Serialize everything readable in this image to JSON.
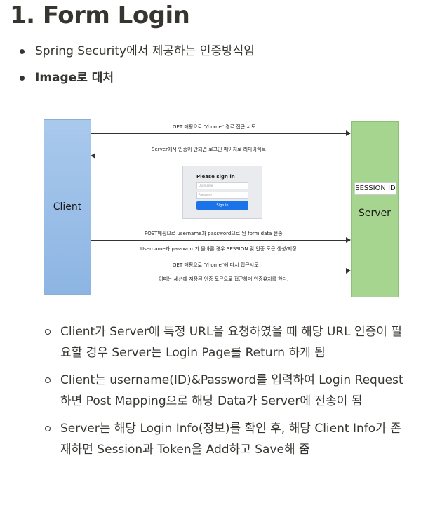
{
  "heading": "1. Form Login",
  "bullets": [
    {
      "text": "Spring Security에서 제공하는 인증방식임"
    },
    {
      "text": "Image로 대처"
    }
  ],
  "diagram": {
    "client_label": "Client",
    "server_label": "Server",
    "session_id_label": "SESSION ID",
    "arrows": [
      {
        "text": "GET 매핑으로  \"/home\" 경로 접근 시도"
      },
      {
        "text": "Server에서 인증이 안되면 로그인 페이지로 리다이렉트"
      },
      {
        "text": "POST매핑으로 username과 password으로 된 form data 전송"
      },
      {
        "text": "Username과 password가 올바른 경우 SESSION 및 인증 토큰 생성/저장"
      },
      {
        "text": "GET 매핑으로 \"/home\"에 다시 접근시도"
      },
      {
        "text": "이때는 세션에 저장된 인증 토큰으로 접근하며 인증유지를 한다."
      }
    ],
    "login_card": {
      "title": "Please sign in",
      "username_placeholder": "Username",
      "password_placeholder": "Password",
      "button": "Sign in"
    }
  },
  "sub_bullets": [
    {
      "text": "Client가 Server에 특정 URL을 요청하였을 때 해당 URL 인증이 필요할 경우 Server는 Login Page를 Return 하게 됨"
    },
    {
      "text": "Client는 username(ID)&Password를 입력하여 Login Request하면 Post Mapping으로 해당 Data가 Server에 전송이 됨"
    },
    {
      "text": "Server는 해당 Login Info(정보)를 확인 후, 해당 Client Info가 존재하면 Session과 Token을 Add하고 Save해 줌"
    }
  ]
}
